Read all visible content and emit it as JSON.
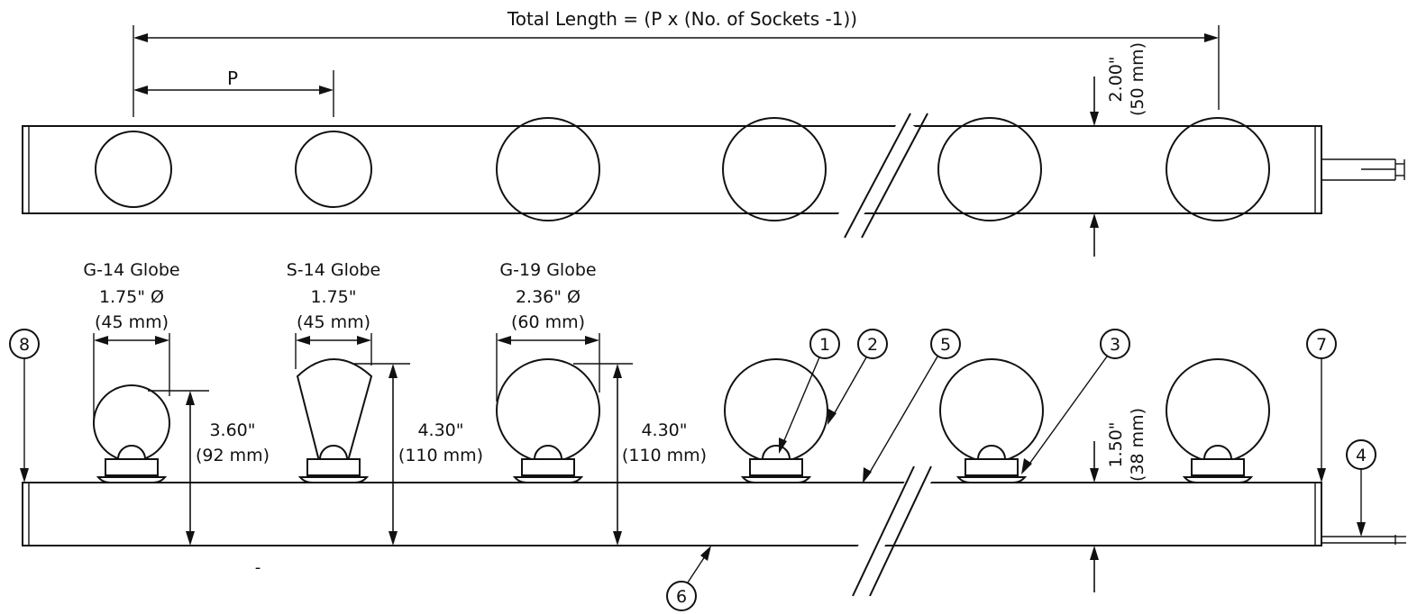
{
  "top_view": {
    "total_length_label": "Total Length =  (P x (No. of Sockets -1))",
    "pitch_label": "P",
    "height_in": "2.00\"",
    "height_mm": "(50 mm)"
  },
  "bulbs": [
    {
      "name": "G-14 Globe",
      "diameter": "1.75\" Ø",
      "diameter_mm": "(45 mm)",
      "height": "3.60\"",
      "height_mm": "(92 mm)"
    },
    {
      "name": "S-14 Globe",
      "diameter": "1.75\"",
      "diameter_mm": "(45 mm)",
      "height": "4.30\"",
      "height_mm": "(110 mm)"
    },
    {
      "name": "G-19 Globe",
      "diameter": "2.36\" Ø",
      "diameter_mm": "(60 mm)",
      "height": "4.30\"",
      "height_mm": "(110 mm)"
    }
  ],
  "side_view": {
    "height_in": "1.50\"",
    "height_mm": "(38 mm)",
    "stray_mark": "-"
  },
  "callouts": [
    "1",
    "2",
    "3",
    "4",
    "5",
    "6",
    "7",
    "8"
  ]
}
